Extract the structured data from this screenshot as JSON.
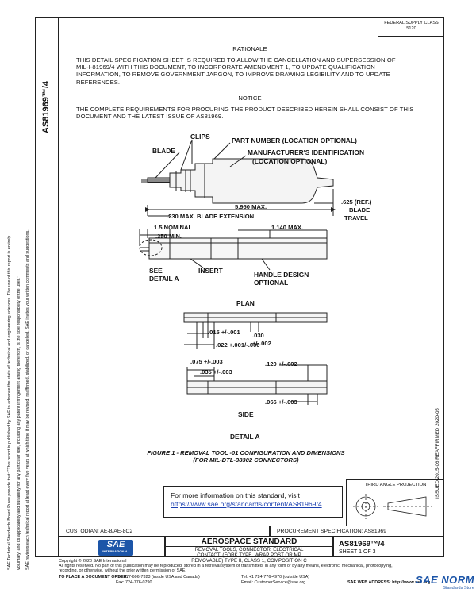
{
  "header": {
    "corner_tag_line1": "FEDERAL SUPPLY CLASS",
    "corner_tag_line2": "5120"
  },
  "rationale": {
    "title": "RATIONALE",
    "lines": [
      "THIS DETAIL SPECIFICATION SHEET IS REQUIRED TO ALLOW THE CANCELLATION AND SUPERSESSION OF",
      "MIL-I-81969/4 WITH THIS DOCUMENT, TO INCORPORATE AMENDMENT 1, TO UPDATE QUALIFICATION",
      "INFORMATION, TO REMOVE GOVERNMENT JARGON, TO IMPROVE DRAWING LEGIBILITY AND TO UPDATE",
      "REFERENCES."
    ]
  },
  "notice": {
    "title": "NOTICE",
    "lines": [
      "THE COMPLETE REQUIREMENTS FOR PROCURING THE PRODUCT DESCRIBED HEREIN SHALL CONSIST OF THIS",
      "DOCUMENT AND THE LATEST ISSUE OF AS81969."
    ]
  },
  "side_doc_number": "AS81969™/4",
  "left_disclaimer": {
    "line1": "SAE Technical Standards Board Rules provide that: \"This report is published by SAE to advance the state of technical and engineering sciences. The use of this report is entirely",
    "line2": "voluntary, and its applicability and suitability for any particular use, including any patent infringement arising therefrom, is the sole responsibility of the user.\"",
    "line3": "SAE reviews each technical report at least every five years at which time it may be revised, reaffirmed, stabilized, or cancelled. SAE invites your written comments and suggestions."
  },
  "right_vertical": "ISSUED 2015-06   REAFFIRMED 2020-05",
  "drawing": {
    "labels": {
      "clips": "CLIPS",
      "blade": "BLADE",
      "part_number": "PART NUMBER (LOCATION OPTIONAL)",
      "mfr_id_line1": "MANUFACTURER'S IDENTIFICATION",
      "mfr_id_line2": "(LOCATION OPTIONAL)",
      "travel_line1": ".625 (REF.)",
      "travel_line2": "BLADE",
      "travel_line3": "TRAVEL",
      "dim_5950": "5.950 MAX.",
      "dim_230": ".230 MAX. BLADE EXTENSION",
      "dim_15": "1.5 NOMINAL",
      "dim_350": ".350 MIN.",
      "dim_1140": "1.140 MAX.",
      "see_detail_line1": "SEE",
      "see_detail_line2": "DETAIL A",
      "insert": "INSERT",
      "handle_line1": "HANDLE DESIGN",
      "handle_line2": "OPTIONAL",
      "plan": "PLAN",
      "plan_015": ".015 +/-.001",
      "plan_022": ".022 +.001/-.000",
      "plan_030_line1": ".030",
      "plan_030_line2": "+/-.002",
      "side_075": ".075 +/-.003",
      "side_035": ".035 +/-.003",
      "side_120": ".120 +/-.002",
      "side_066": ".066 +/-.003",
      "side": "SIDE",
      "detail_a": "DETAIL A"
    },
    "figure_caption_line1": "FIGURE 1 - REMOVAL TOOL -01 CONFIGURATION AND DIMENSIONS",
    "figure_caption_line2": "(FOR MIL-DTL-38302 CONNECTORS)"
  },
  "info_box": {
    "line1": "For more information on this standard, visit",
    "link": "https://www.sae.org/standards/content/AS81969/4"
  },
  "projection": {
    "label": "THIRD ANGLE PROJECTION"
  },
  "title_block": {
    "custodian": "CUSTODIAN: AE-8/AE-8C2",
    "procurement": "PROCUREMENT SPECIFICATION: AS81969",
    "logo_text": "SAE",
    "logo_sub": "INTERNATIONAL.",
    "standard_heading": "AEROSPACE STANDARD",
    "desc_lines": [
      "REMOVAL TOOLS, CONNECTOR, ELECTRICAL",
      "CONTACT, (FORK TYPE, WRAP POST OR MP",
      "REMOVABLE) TYPE II, CLASS 1, COMPOSITION C"
    ],
    "doc_number": "AS81969™/4",
    "sheet": "SHEET 1 OF 3"
  },
  "footer": {
    "copyright": "Copyright © 2020 SAE International",
    "rights": "All rights reserved. No part of this publication may be reproduced, stored in a retrieval system or transmitted, in any form or by any means, electronic, mechanical, photocopying,",
    "rights2": "recording, or otherwise, without the prior written permission of SAE.",
    "order_label": "TO PLACE A DOCUMENT ORDER:",
    "tel1": "Tel: 877-606-7323 (inside USA and Canada)",
    "tel2": "Tel: +1 724-776-4970 (outside USA)",
    "fax": "Fax: 724-776-0790",
    "email": "Email: CustomerService@sae.org",
    "web": "SAE WEB ADDRESS: http://www.sae.org"
  },
  "watermark": {
    "text": "SAE NORM",
    "sub": "Standards Store"
  }
}
